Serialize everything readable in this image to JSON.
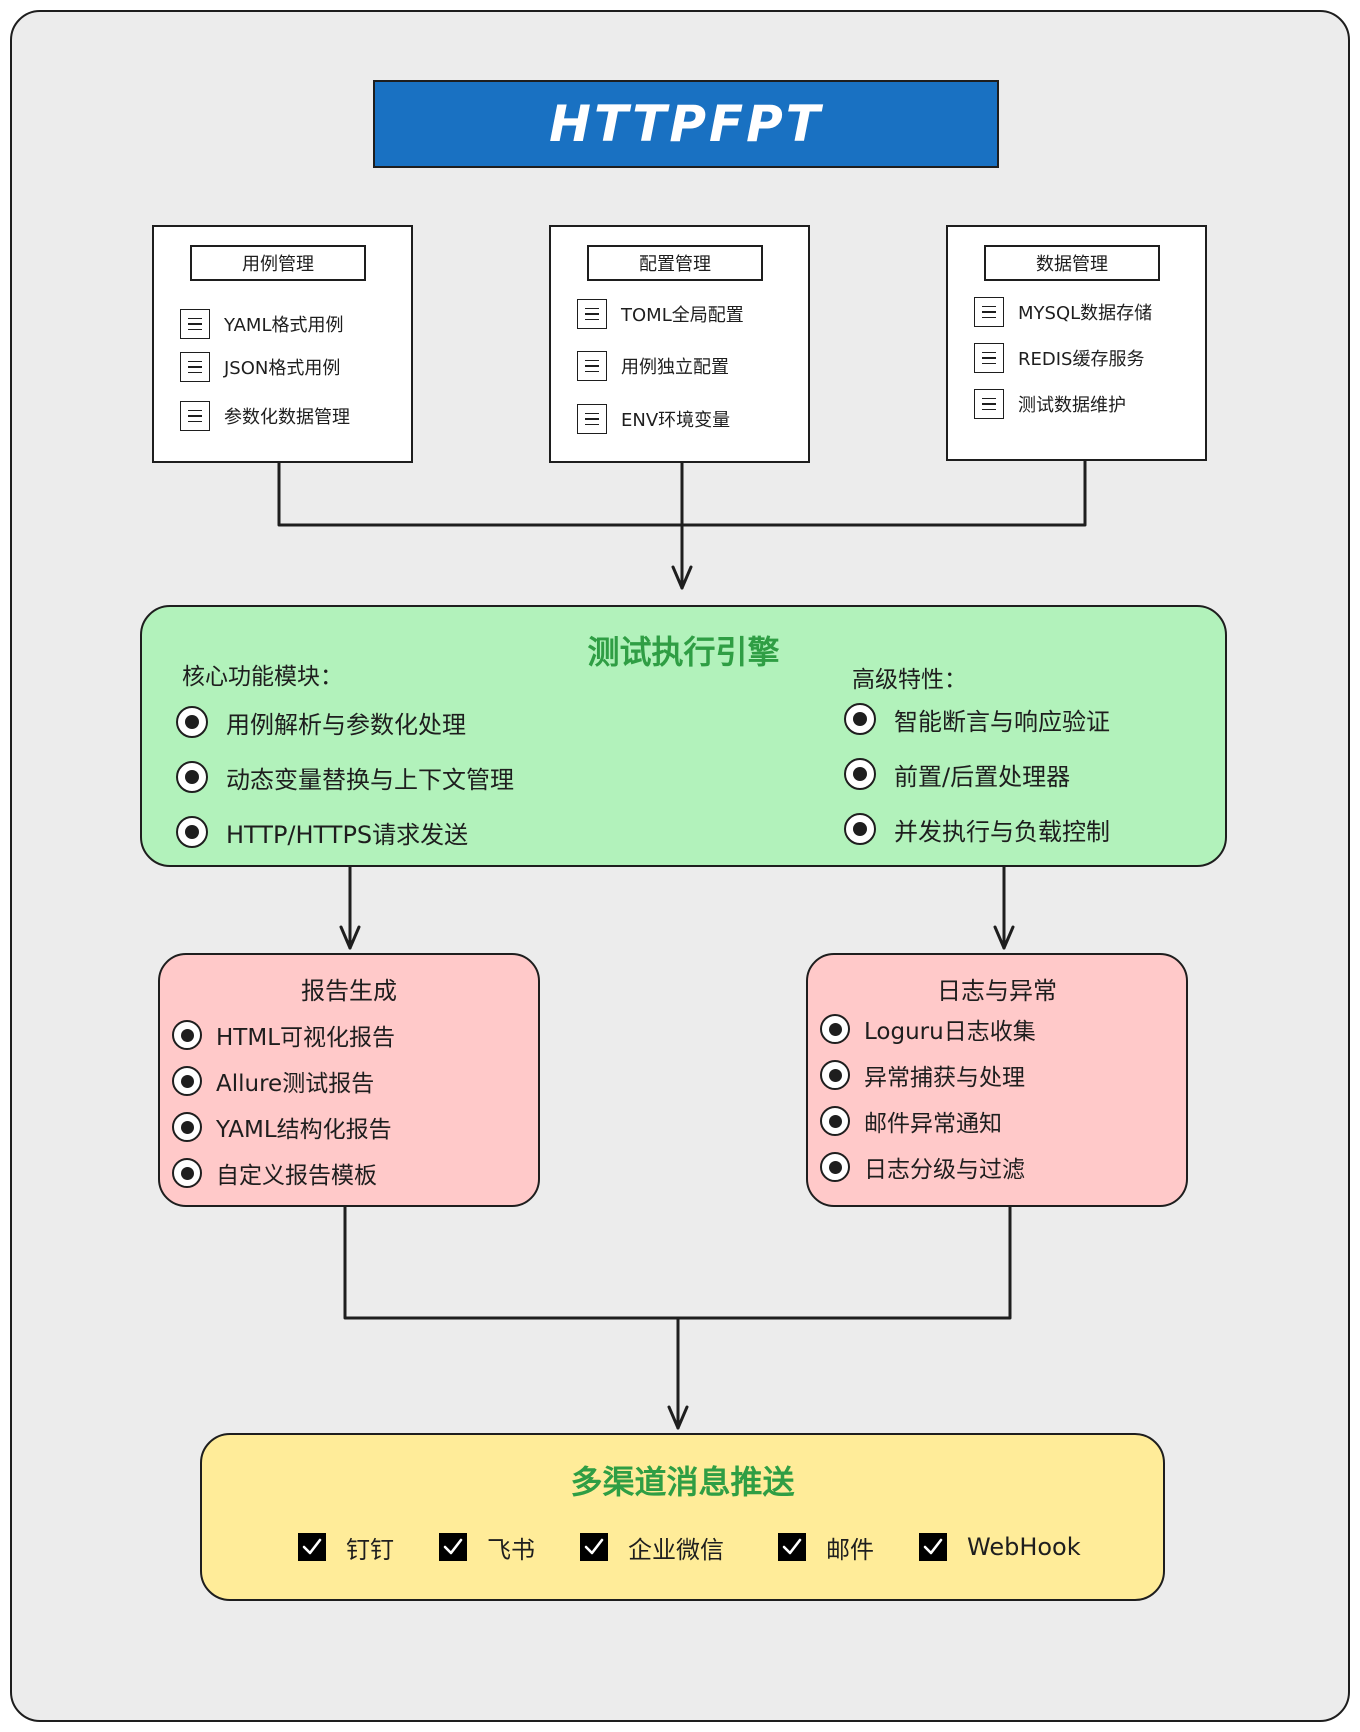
{
  "title": "HTTPFPT",
  "modules": [
    {
      "header": "用例管理",
      "items": [
        "YAML格式用例",
        "JSON格式用例",
        "参数化数据管理"
      ]
    },
    {
      "header": "配置管理",
      "items": [
        "TOML全局配置",
        "用例独立配置",
        "ENV环境变量"
      ]
    },
    {
      "header": "数据管理",
      "items": [
        "MYSQL数据存储",
        "REDIS缓存服务",
        "测试数据维护"
      ]
    }
  ],
  "engine": {
    "title": "测试执行引擎",
    "core_heading": "核心功能模块：",
    "core_items": [
      "用例解析与参数化处理",
      "动态变量替换与上下文管理",
      "HTTP/HTTPS请求发送"
    ],
    "adv_heading": "高级特性：",
    "adv_items": [
      "智能断言与响应验证",
      "前置/后置处理器",
      "并发执行与负载控制"
    ]
  },
  "report": {
    "title": "报告生成",
    "items": [
      "HTML可视化报告",
      "Allure测试报告",
      "YAML结构化报告",
      "自定义报告模板"
    ]
  },
  "logging": {
    "title": "日志与异常",
    "items": [
      "Loguru日志收集",
      "异常捕获与处理",
      "邮件异常通知",
      "日志分级与过滤"
    ]
  },
  "push": {
    "title": "多渠道消息推送",
    "channels": [
      "钉钉",
      "飞书",
      "企业微信",
      "邮件",
      "WebHook"
    ]
  },
  "colors": {
    "title_fill": "#1971c2",
    "engine_fill": "#b2f2bb",
    "engine_title": "#2f9e44",
    "pink_fill": "#ffc9c9",
    "push_fill": "#ffec99",
    "background": "#ececec"
  },
  "icons": {
    "module_item": "document-lines-icon",
    "feature_item": "radio-dot-icon",
    "channel_item": "checkbox-checked-icon"
  }
}
